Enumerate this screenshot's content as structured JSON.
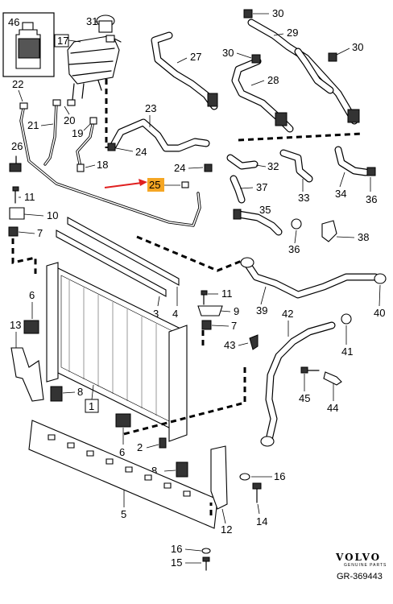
{
  "highlight": {
    "callout": "25",
    "color": "#f5a623",
    "arrow_color": "#e02020"
  },
  "callouts": {
    "c1": "1",
    "c2": "2",
    "c3": "3",
    "c4": "4",
    "c5": "5",
    "c6a": "6",
    "c6b": "6",
    "c7a": "7",
    "c7b": "7",
    "c8a": "8",
    "c8b": "8",
    "c9": "9",
    "c10": "10",
    "c11a": "11",
    "c11b": "11",
    "c12": "12",
    "c13": "13",
    "c14": "14",
    "c15": "15",
    "c16a": "16",
    "c16b": "16",
    "c17": "17",
    "c18": "18",
    "c19": "19",
    "c20": "20",
    "c21": "21",
    "c22": "22",
    "c23": "23",
    "c24a": "24",
    "c24b": "24",
    "c25": "25",
    "c26": "26",
    "c27": "27",
    "c28": "28",
    "c29": "29",
    "c30a": "30",
    "c30b": "30",
    "c30c": "30",
    "c31": "31",
    "c32": "32",
    "c33": "33",
    "c34": "34",
    "c35": "35",
    "c36a": "36",
    "c36b": "36",
    "c37": "37",
    "c38": "38",
    "c39": "39",
    "c40": "40",
    "c41": "41",
    "c42": "42",
    "c43": "43",
    "c44": "44",
    "c45": "45",
    "c46": "46"
  },
  "brand": {
    "logo": "VOLVO",
    "tagline": "GENUINE PARTS",
    "reference": "GR-369443"
  }
}
